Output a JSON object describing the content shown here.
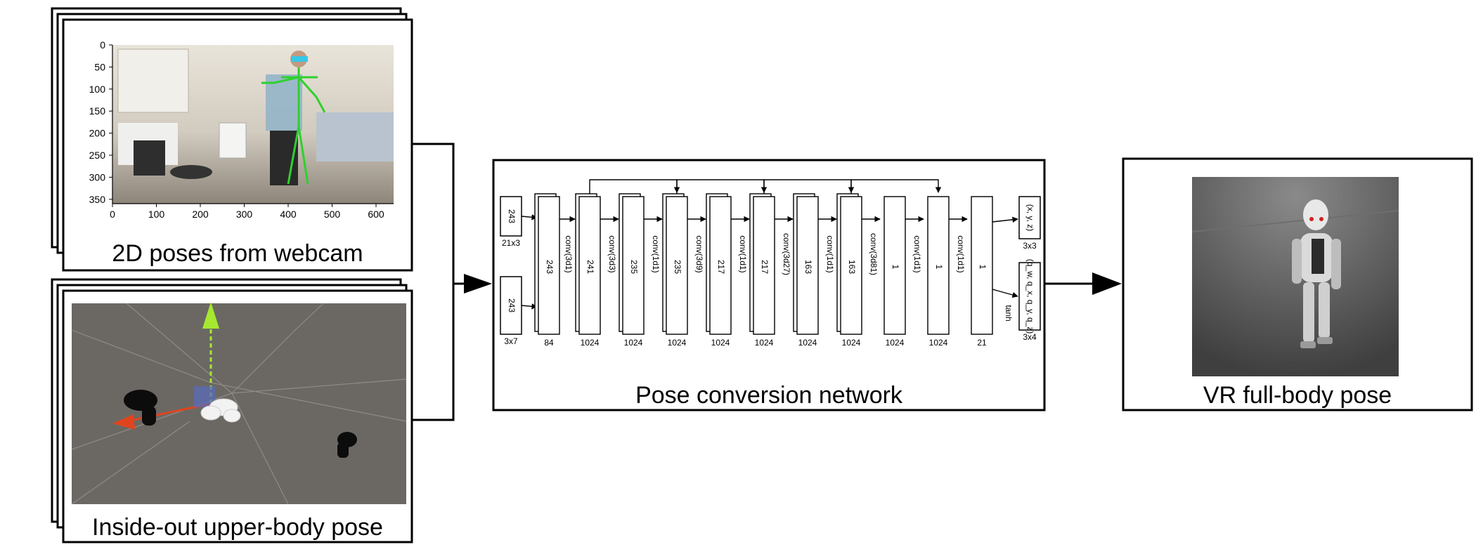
{
  "panels": {
    "webcam": {
      "caption": "2D poses from webcam",
      "y_ticks": [
        "0",
        "50",
        "100",
        "150",
        "200",
        "250",
        "300",
        "350"
      ],
      "x_ticks": [
        "0",
        "100",
        "200",
        "300",
        "400",
        "500",
        "600"
      ]
    },
    "upper_body": {
      "caption": "Inside-out upper-body pose"
    },
    "network": {
      "caption": "Pose conversion network"
    },
    "output": {
      "caption": "VR full-body pose"
    }
  },
  "network": {
    "inputs": [
      {
        "value": "243",
        "dim": "21x3"
      },
      {
        "value": "243",
        "dim": "3x7"
      }
    ],
    "blocks": [
      {
        "value": "243",
        "label": "",
        "dim": "84"
      },
      {
        "value": "241",
        "label": "conv(3d1)",
        "dim": "1024"
      },
      {
        "value": "235",
        "label": "conv(3d3)",
        "dim": "1024"
      },
      {
        "value": "235",
        "label": "conv(1d1)",
        "dim": "1024"
      },
      {
        "value": "217",
        "label": "conv(3d9)",
        "dim": "1024"
      },
      {
        "value": "217",
        "label": "conv(1d1)",
        "dim": "1024"
      },
      {
        "value": "163",
        "label": "conv(3d27)",
        "dim": "1024"
      },
      {
        "value": "163",
        "label": "conv(1d1)",
        "dim": "1024"
      },
      {
        "value": "1",
        "label": "conv(3d81)",
        "dim": "1024"
      },
      {
        "value": "1",
        "label": "conv(1d1)",
        "dim": "1024"
      },
      {
        "value": "1",
        "label": "conv(1d1)",
        "dim": "21"
      }
    ],
    "outputs": [
      {
        "value": "(x, y, z)",
        "dim": "3x3"
      },
      {
        "value": "(q_w, q_x, q_y, q_z)",
        "dim": "3x4",
        "activation": "tanh"
      }
    ]
  },
  "colors": {
    "line": "#000000",
    "plot_background": "#d9d2c6",
    "unity_background": "#6b6864",
    "output_background": "#5a5a5a",
    "skeleton_green": "#2fd02f",
    "gizmo_green": "#a6e830",
    "gizmo_red": "#e0441e"
  }
}
